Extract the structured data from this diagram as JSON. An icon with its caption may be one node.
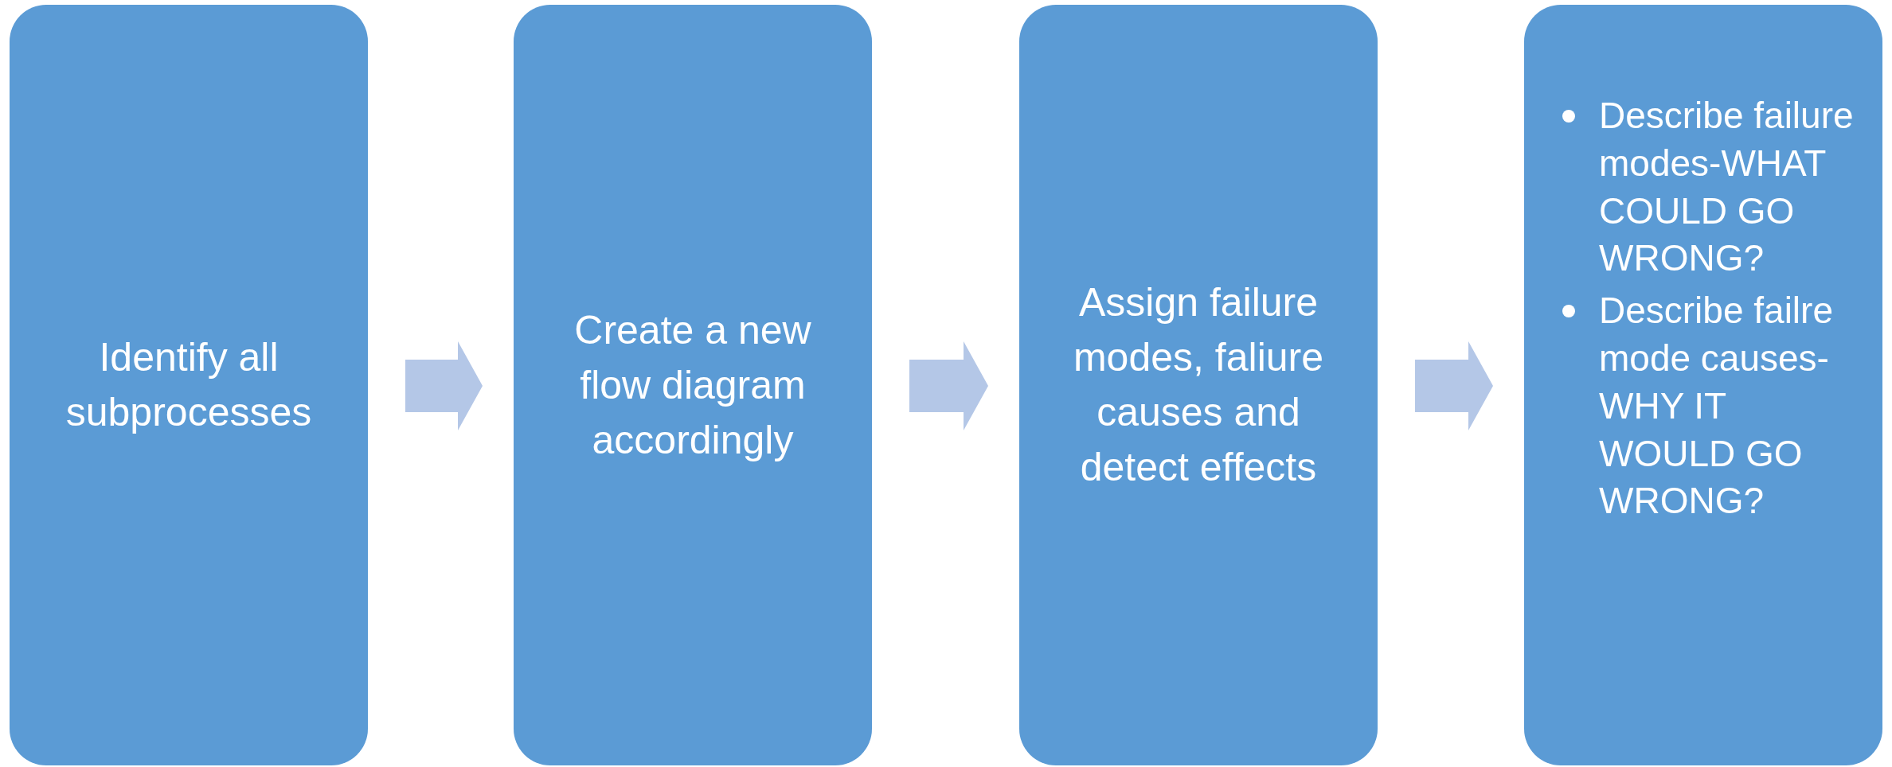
{
  "diagram": {
    "nodes": [
      {
        "text": [
          "Identify all subprocesses"
        ]
      },
      {
        "text": [
          "Create a new flow diagram accordingly"
        ]
      },
      {
        "text": [
          "Assign failure modes, faliure causes and detect effects"
        ]
      },
      {
        "text": [
          "Describe failure modes-WHAT COULD GO WRONG?",
          "Describe failre mode causes-WHY IT WOULD GO WRONG?"
        ]
      }
    ],
    "edges": [
      {
        "from": 0,
        "to": 1,
        "arrow": "to"
      },
      {
        "from": 1,
        "to": 2,
        "arrow": "to"
      },
      {
        "from": 2,
        "to": 3,
        "arrow": "to"
      }
    ]
  }
}
